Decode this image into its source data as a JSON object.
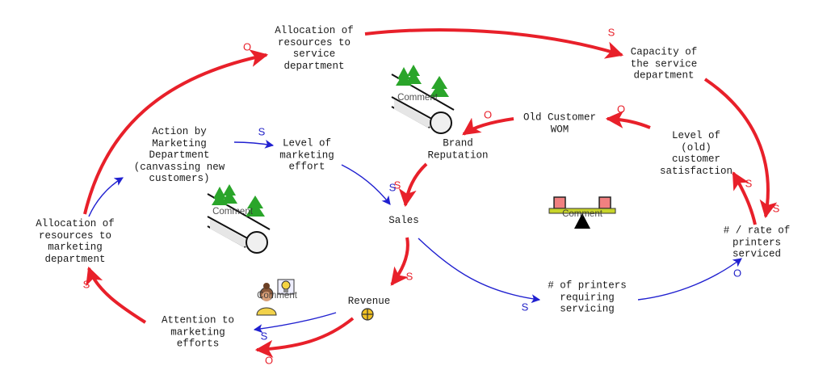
{
  "diagram": {
    "type": "causal-loop-diagram",
    "colors": {
      "strong_link": "#e8202a",
      "weak_link": "#2323c8",
      "text": "#1a1a1a"
    },
    "nodes": [
      {
        "id": "alloc_service",
        "label": "Allocation of\nresources to\nservice\ndepartment"
      },
      {
        "id": "capacity_service",
        "label": "Capacity of\nthe service\ndepartment"
      },
      {
        "id": "old_wom",
        "label": "Old Customer\nWOM"
      },
      {
        "id": "brand_rep",
        "label": "Brand\nReputation"
      },
      {
        "id": "old_satisfaction",
        "label": "Level of\n(old)\ncustomer\nsatisfaction"
      },
      {
        "id": "action_marketing",
        "label": "Action by\nMarketing\nDepartment\n(canvassing new\ncustomers)"
      },
      {
        "id": "level_marketing",
        "label": "Level of\nmarketing\neffort"
      },
      {
        "id": "sales",
        "label": "Sales"
      },
      {
        "id": "printers_serviced",
        "label": "# / rate of\nprinters\nserviced"
      },
      {
        "id": "alloc_marketing",
        "label": "Allocation of\nresources to\nmarketing\ndepartment"
      },
      {
        "id": "revenue",
        "label": "Revenue"
      },
      {
        "id": "printers_requiring",
        "label": "# of printers\nrequiring\nservicing"
      },
      {
        "id": "attention_marketing",
        "label": "Attention to\nmarketing\nefforts"
      }
    ],
    "links": [
      {
        "from": "alloc_marketing",
        "to": "alloc_service",
        "polarity": "O",
        "strength": "strong"
      },
      {
        "from": "alloc_service",
        "to": "capacity_service",
        "polarity": "S",
        "strength": "strong"
      },
      {
        "from": "capacity_service",
        "to": "printers_serviced",
        "polarity": "S",
        "strength": "strong"
      },
      {
        "from": "printers_serviced",
        "to": "old_satisfaction",
        "polarity": "S",
        "strength": "strong"
      },
      {
        "from": "old_satisfaction",
        "to": "old_wom",
        "polarity": "O",
        "strength": "strong"
      },
      {
        "from": "old_wom",
        "to": "brand_rep",
        "polarity": "O",
        "strength": "strong"
      },
      {
        "from": "brand_rep",
        "to": "sales",
        "polarity": "S",
        "strength": "strong"
      },
      {
        "from": "action_marketing",
        "to": "level_marketing",
        "polarity": "S",
        "strength": "weak"
      },
      {
        "from": "level_marketing",
        "to": "sales",
        "polarity": "S",
        "strength": "weak"
      },
      {
        "from": "alloc_marketing",
        "to": "action_marketing",
        "polarity": "",
        "strength": "weak"
      },
      {
        "from": "sales",
        "to": "revenue",
        "polarity": "S",
        "strength": "strong"
      },
      {
        "from": "sales",
        "to": "printers_requiring",
        "polarity": "S",
        "strength": "weak"
      },
      {
        "from": "printers_requiring",
        "to": "printers_serviced",
        "polarity": "O",
        "strength": "weak"
      },
      {
        "from": "revenue",
        "to": "attention_marketing",
        "polarity": "S",
        "strength": "weak"
      },
      {
        "from": "revenue",
        "to": "attention_marketing",
        "polarity": "O",
        "strength": "strong"
      },
      {
        "from": "attention_marketing",
        "to": "alloc_marketing",
        "polarity": "S",
        "strength": "strong"
      }
    ],
    "comments": [
      {
        "id": "snowball-1",
        "icon": "snowball-icon",
        "label": "Comment"
      },
      {
        "id": "snowball-2",
        "icon": "snowball-icon",
        "label": "Comment"
      },
      {
        "id": "balance",
        "icon": "seesaw-balance-icon",
        "label": "Comment"
      },
      {
        "id": "idea",
        "icon": "person-idea-icon",
        "label": "Comment"
      }
    ],
    "revenue_marker": "plus-circle-icon"
  }
}
